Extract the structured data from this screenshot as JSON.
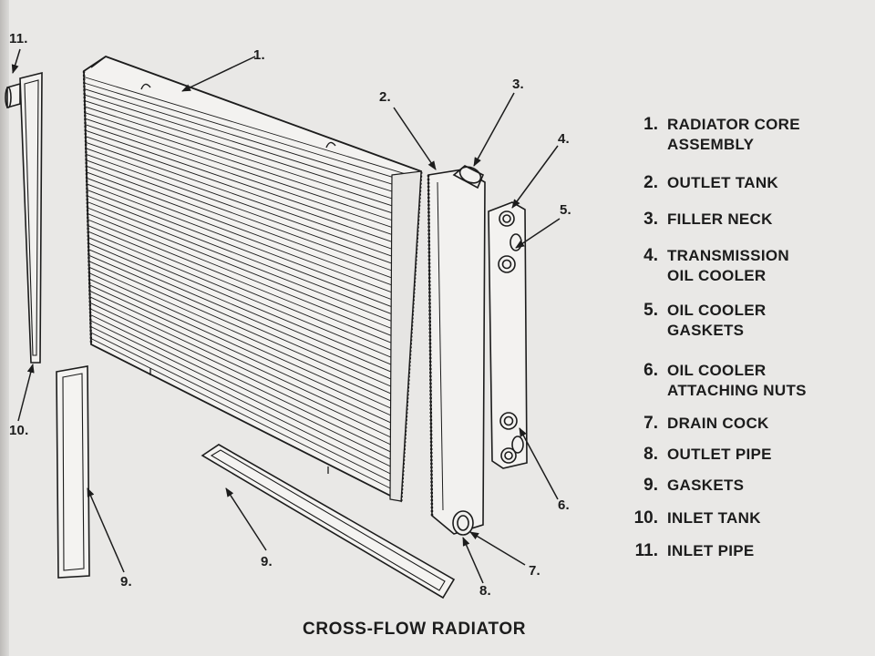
{
  "diagram": {
    "caption": "CROSS-FLOW RADIATOR",
    "callouts": [
      "1.",
      "2.",
      "3.",
      "4.",
      "5.",
      "6.",
      "7.",
      "8.",
      "9.",
      "9.",
      "10.",
      "11."
    ],
    "legend": [
      {
        "num": "1.",
        "lines": [
          "RADIATOR CORE",
          "ASSEMBLY"
        ]
      },
      {
        "num": "2.",
        "lines": [
          "OUTLET TANK"
        ]
      },
      {
        "num": "3.",
        "lines": [
          "FILLER NECK"
        ]
      },
      {
        "num": "4.",
        "lines": [
          "TRANSMISSION",
          "OIL COOLER"
        ]
      },
      {
        "num": "5.",
        "lines": [
          "OIL COOLER",
          "GASKETS"
        ]
      },
      {
        "num": "6.",
        "lines": [
          "OIL COOLER",
          "ATTACHING NUTS"
        ]
      },
      {
        "num": "7.",
        "lines": [
          "DRAIN COCK"
        ]
      },
      {
        "num": "8.",
        "lines": [
          "OUTLET PIPE"
        ]
      },
      {
        "num": "9.",
        "lines": [
          "GASKETS"
        ]
      },
      {
        "num": "10.",
        "lines": [
          "INLET TANK"
        ]
      },
      {
        "num": "11.",
        "lines": [
          "INLET PIPE"
        ]
      }
    ]
  }
}
